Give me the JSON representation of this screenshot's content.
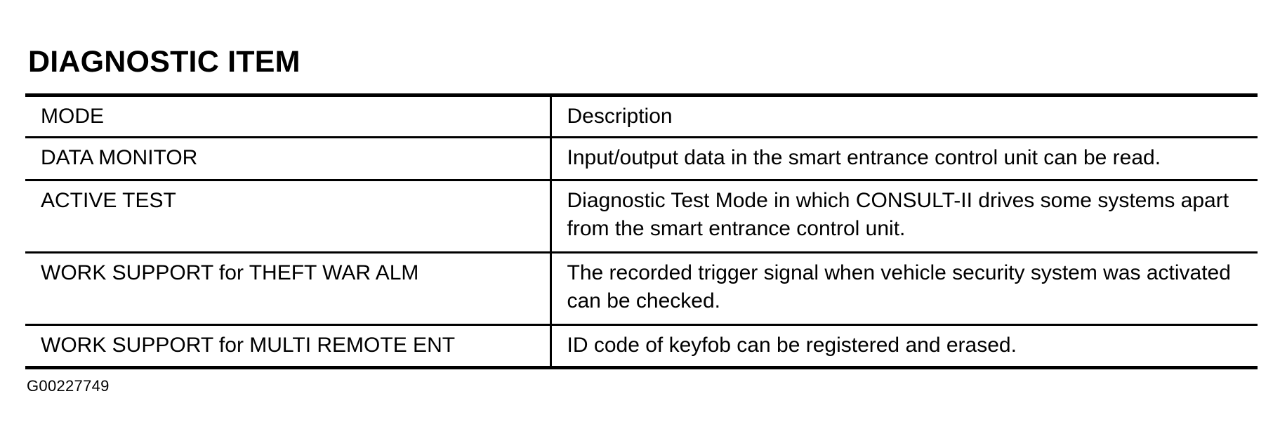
{
  "title": "DIAGNOSTIC ITEM",
  "table": {
    "headers": [
      "MODE",
      "Description"
    ],
    "rows": [
      {
        "mode": "DATA MONITOR",
        "description": "Input/output data in the smart entrance control unit can be read."
      },
      {
        "mode": "ACTIVE TEST",
        "description": "Diagnostic Test Mode in which CONSULT-II drives some systems apart from the smart entrance control unit."
      },
      {
        "mode": "WORK SUPPORT for THEFT WAR ALM",
        "description": "The recorded trigger signal when vehicle security system was activated can be checked."
      },
      {
        "mode": "WORK SUPPORT for MULTI REMOTE ENT",
        "description": "ID code of keyfob can be registered and erased."
      }
    ]
  },
  "figure_id": "G00227749"
}
